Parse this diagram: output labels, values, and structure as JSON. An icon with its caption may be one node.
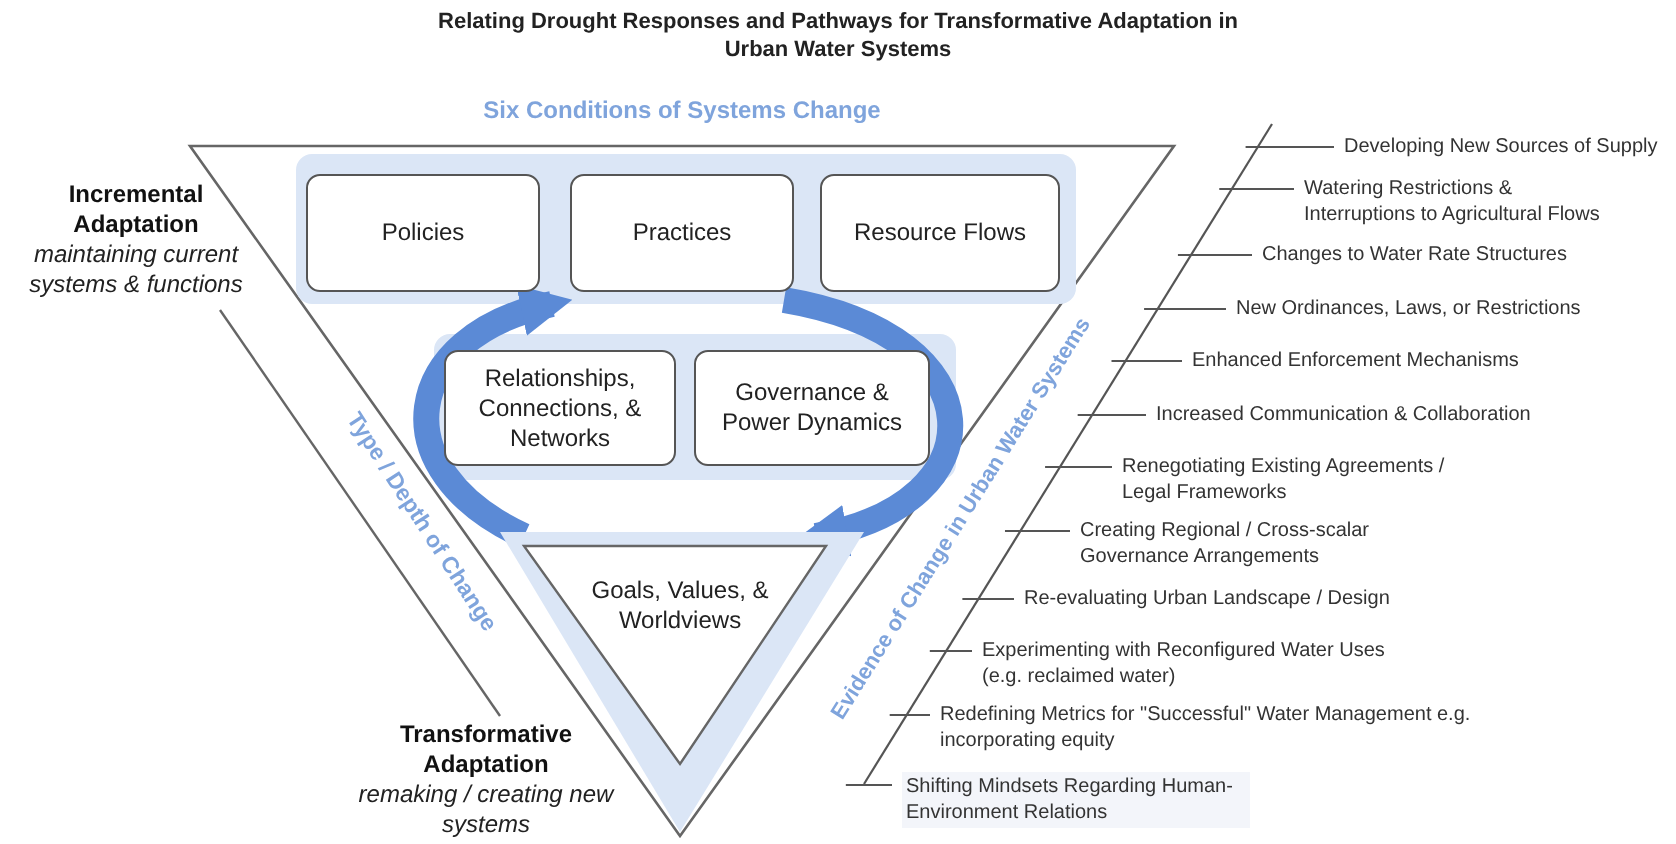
{
  "diagram": {
    "title": "Relating Drought Responses and Pathways for Transformative Adaptation in Urban Water Systems",
    "nodes": [
      {
        "text": [
          "Six Conditions of Systems Change"
        ]
      },
      {
        "text": [
          "Policies"
        ],
        "in": 0
      },
      {
        "text": [
          "Practices"
        ],
        "in": 0
      },
      {
        "text": [
          "Resource Flows"
        ],
        "in": 0
      },
      {
        "text": [
          "Relationships, Connections, & Networks"
        ],
        "in": 0
      },
      {
        "text": [
          "Governance & Power Dynamics"
        ],
        "in": 0
      },
      {
        "text": [
          "Goals, Values, & Worldviews"
        ],
        "in": 0
      }
    ],
    "edges": [
      {
        "from": 6,
        "to": 2,
        "arrow": "to"
      },
      {
        "from": 2,
        "to": 6,
        "arrow": "to"
      }
    ],
    "labels": [
      "Incremental Adaptation",
      "maintaining current systems & functions",
      "Type / Depth of Change",
      "Evidence of Change in Urban Water Systems",
      "Developing New Sources of Supply",
      "Watering Restrictions & Interruptions to Agricultural Flows",
      "Changes to Water Rate Structures",
      "New Ordinances, Laws, or Restrictions",
      "Enhanced Enforcement Mechanisms",
      "Increased Communication & Collaboration",
      "Renegotiating Existing Agreements / Legal Frameworks",
      "Creating Regional / Cross-scalar Governance Arrangements",
      "Re-evaluating Urban Landscape / Design",
      "Experimenting with Reconfigured Water Uses (e.g. reclaimed water)",
      "Redefining Metrics for \"Successful\" Water Management e.g. incorporating equity",
      "Shifting Mindsets Regarding Human-Environment Relations",
      "Transformative Adaptation",
      "remaking / creating new systems"
    ]
  }
}
